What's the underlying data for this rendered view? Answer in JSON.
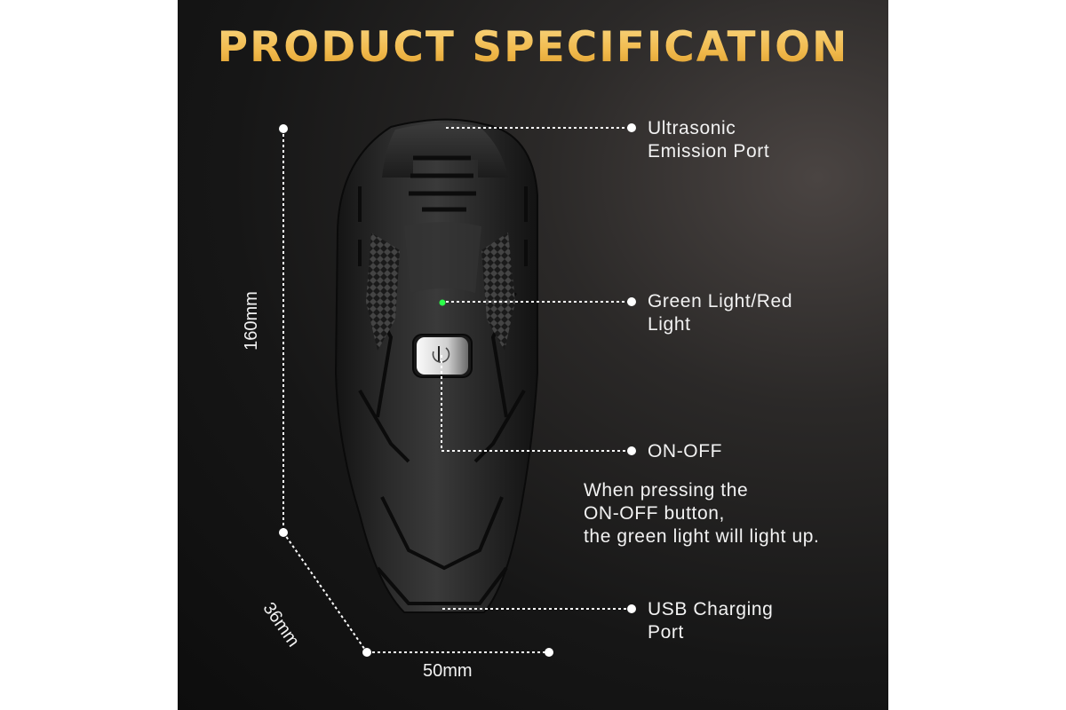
{
  "title": "PRODUCT SPECIFICATION",
  "dimensions": {
    "height": "160mm",
    "depth": "36mm",
    "width": "50mm"
  },
  "callouts": {
    "ultrasonic": {
      "line1": "Ultrasonic",
      "line2": "Emission Port"
    },
    "light": {
      "line1": "Green Light/Red",
      "line2": "Light"
    },
    "switch": {
      "line1": "ON-OFF"
    },
    "note": {
      "line1": "When pressing the",
      "line2": "ON-OFF button,",
      "line3": "the green light will light up."
    },
    "usb": {
      "line1": "USB Charging",
      "line2": "Port"
    }
  },
  "colors": {
    "title_gold": "#f1bf5c",
    "indicator_green": "#2cff4a",
    "text": "#f2f2f2"
  }
}
